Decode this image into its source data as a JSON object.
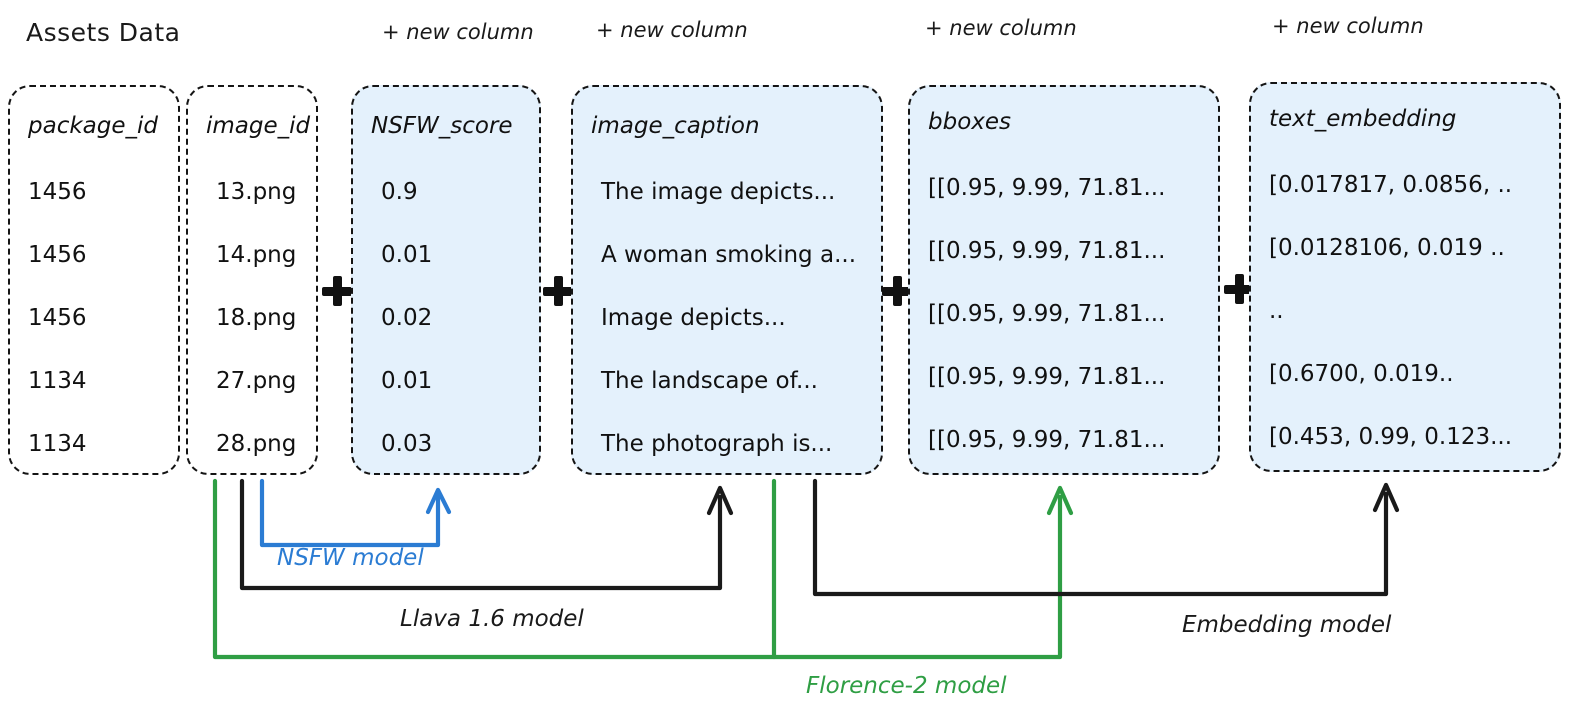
{
  "diagram": {
    "title": "Assets Data",
    "new_column_label": "+ new column",
    "colors": {
      "card_fill": "#e4f1fc",
      "card_border": "#141414",
      "nsfw_model": "#2b7cd3",
      "florence_model": "#2f9e44",
      "llava_model": "#1a1a1a",
      "embedding_model": "#1a1a1a"
    }
  },
  "columns": [
    {
      "id": "package_id",
      "header": "package_id",
      "style": "plain",
      "is_new": false,
      "cells": [
        "1456",
        "1456",
        "1456",
        "1134",
        "1134"
      ]
    },
    {
      "id": "image_id",
      "header": "image_id",
      "style": "plain",
      "is_new": false,
      "cells": [
        "13.png",
        "14.png",
        "18.png",
        "27.png",
        "28.png"
      ]
    },
    {
      "id": "NSFW_score",
      "header": "NSFW_score",
      "style": "filled",
      "is_new": true,
      "cells": [
        "0.9",
        "0.01",
        "0.02",
        "0.01",
        "0.03"
      ]
    },
    {
      "id": "image_caption",
      "header": "image_caption",
      "style": "filled",
      "is_new": true,
      "cells": [
        "The image depicts...",
        "A woman smoking a...",
        "Image depicts...",
        "The landscape of...",
        "The photograph is..."
      ]
    },
    {
      "id": "bboxes",
      "header": "bboxes",
      "style": "filled",
      "is_new": true,
      "cells": [
        "[[0.95, 9.99, 71.81...",
        "[[0.95, 9.99, 71.81...",
        "[[0.95, 9.99, 71.81...",
        "[[0.95, 9.99, 71.81...",
        "[[0.95, 9.99, 71.81..."
      ]
    },
    {
      "id": "text_embedding",
      "header": "text_embedding",
      "style": "filled",
      "is_new": true,
      "cells": [
        "[0.017817, 0.0856, ..",
        "[0.0128106, 0.019 ..",
        "..",
        "[0.6700, 0.019..",
        "[0.453, 0.99, 0.123..."
      ]
    }
  ],
  "models": [
    {
      "id": "nsfw",
      "label": "NSFW model",
      "color": "#2b7cd3",
      "source": "image_id",
      "target": "NSFW_score"
    },
    {
      "id": "llava",
      "label": "Llava 1.6 model",
      "color": "#1a1a1a",
      "source": "image_id",
      "target": "image_caption"
    },
    {
      "id": "florence",
      "label": "Florence-2 model",
      "color": "#2f9e44",
      "source": "image_id",
      "target": "bboxes"
    },
    {
      "id": "embedding",
      "label": "Embedding model",
      "color": "#1a1a1a",
      "source": "image_caption",
      "target": "text_embedding"
    }
  ]
}
